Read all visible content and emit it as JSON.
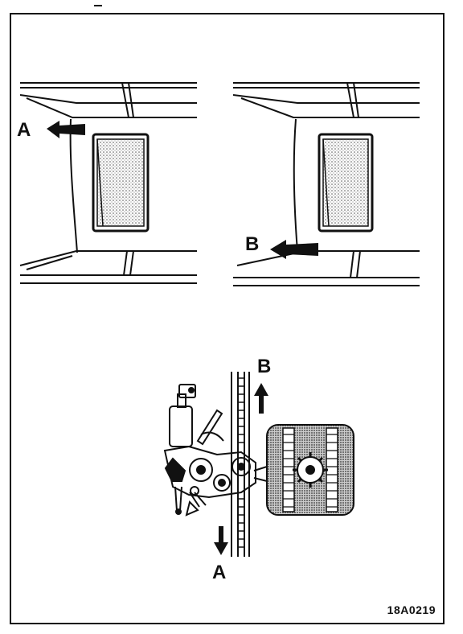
{
  "figure": {
    "labels": {
      "top_left_arrow": "A",
      "top_right_arrow": "B",
      "bottom_up_arrow": "B",
      "bottom_down_arrow": "A"
    },
    "figure_code": "18A0219"
  }
}
